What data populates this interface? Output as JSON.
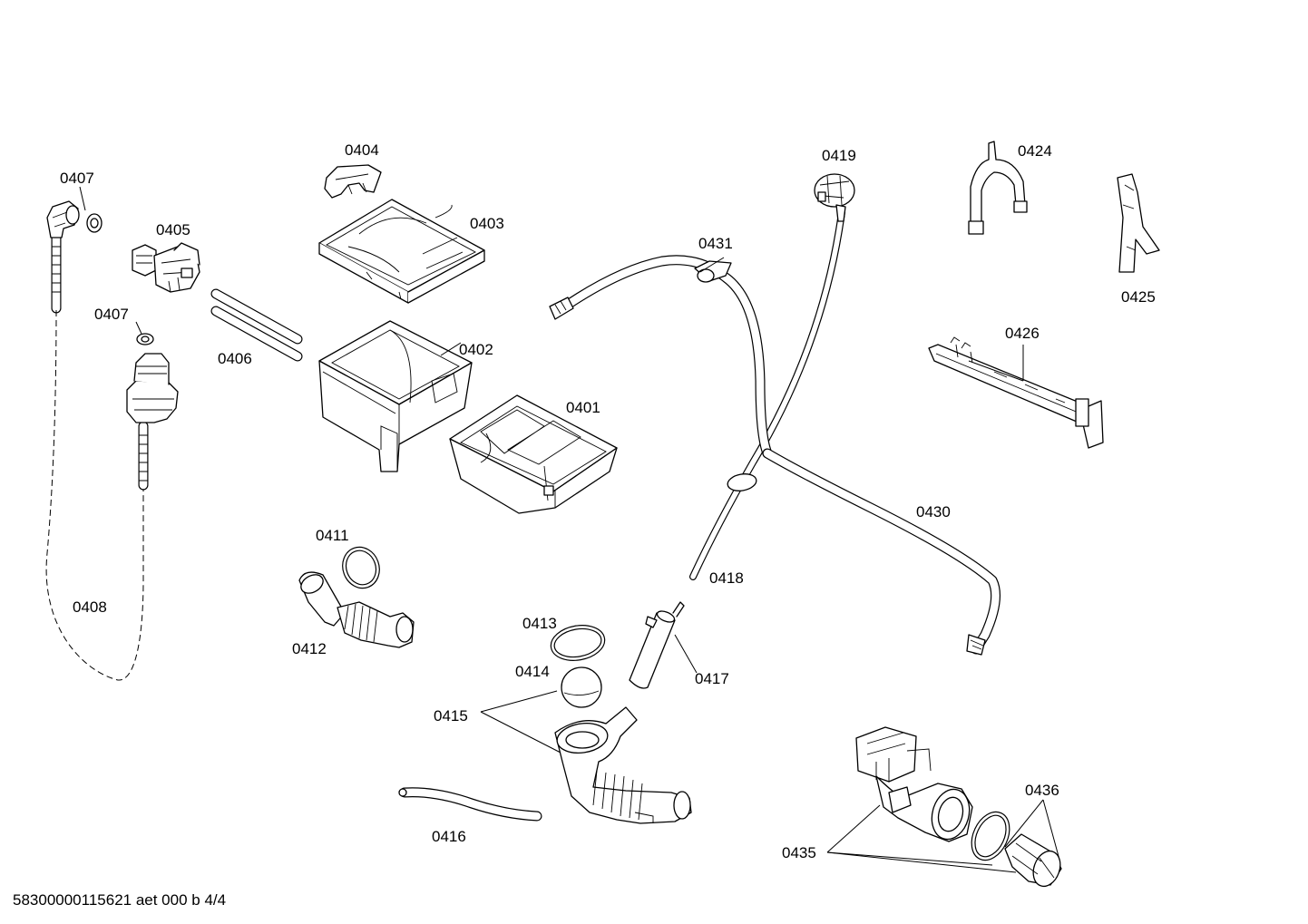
{
  "labels": {
    "p0401": "0401",
    "p0402": "0402",
    "p0403": "0403",
    "p0404": "0404",
    "p0405": "0405",
    "p0406": "0406",
    "p0407a": "0407",
    "p0407b": "0407",
    "p0408": "0408",
    "p0411": "0411",
    "p0412": "0412",
    "p0413": "0413",
    "p0414": "0414",
    "p0415": "0415",
    "p0416": "0416",
    "p0417": "0417",
    "p0418": "0418",
    "p0419": "0419",
    "p0424": "0424",
    "p0425": "0425",
    "p0426": "0426",
    "p0430": "0430",
    "p0431": "0431",
    "p0435": "0435",
    "p0436": "0436"
  },
  "footer": "58300000115621 aet 000 b 4/4"
}
